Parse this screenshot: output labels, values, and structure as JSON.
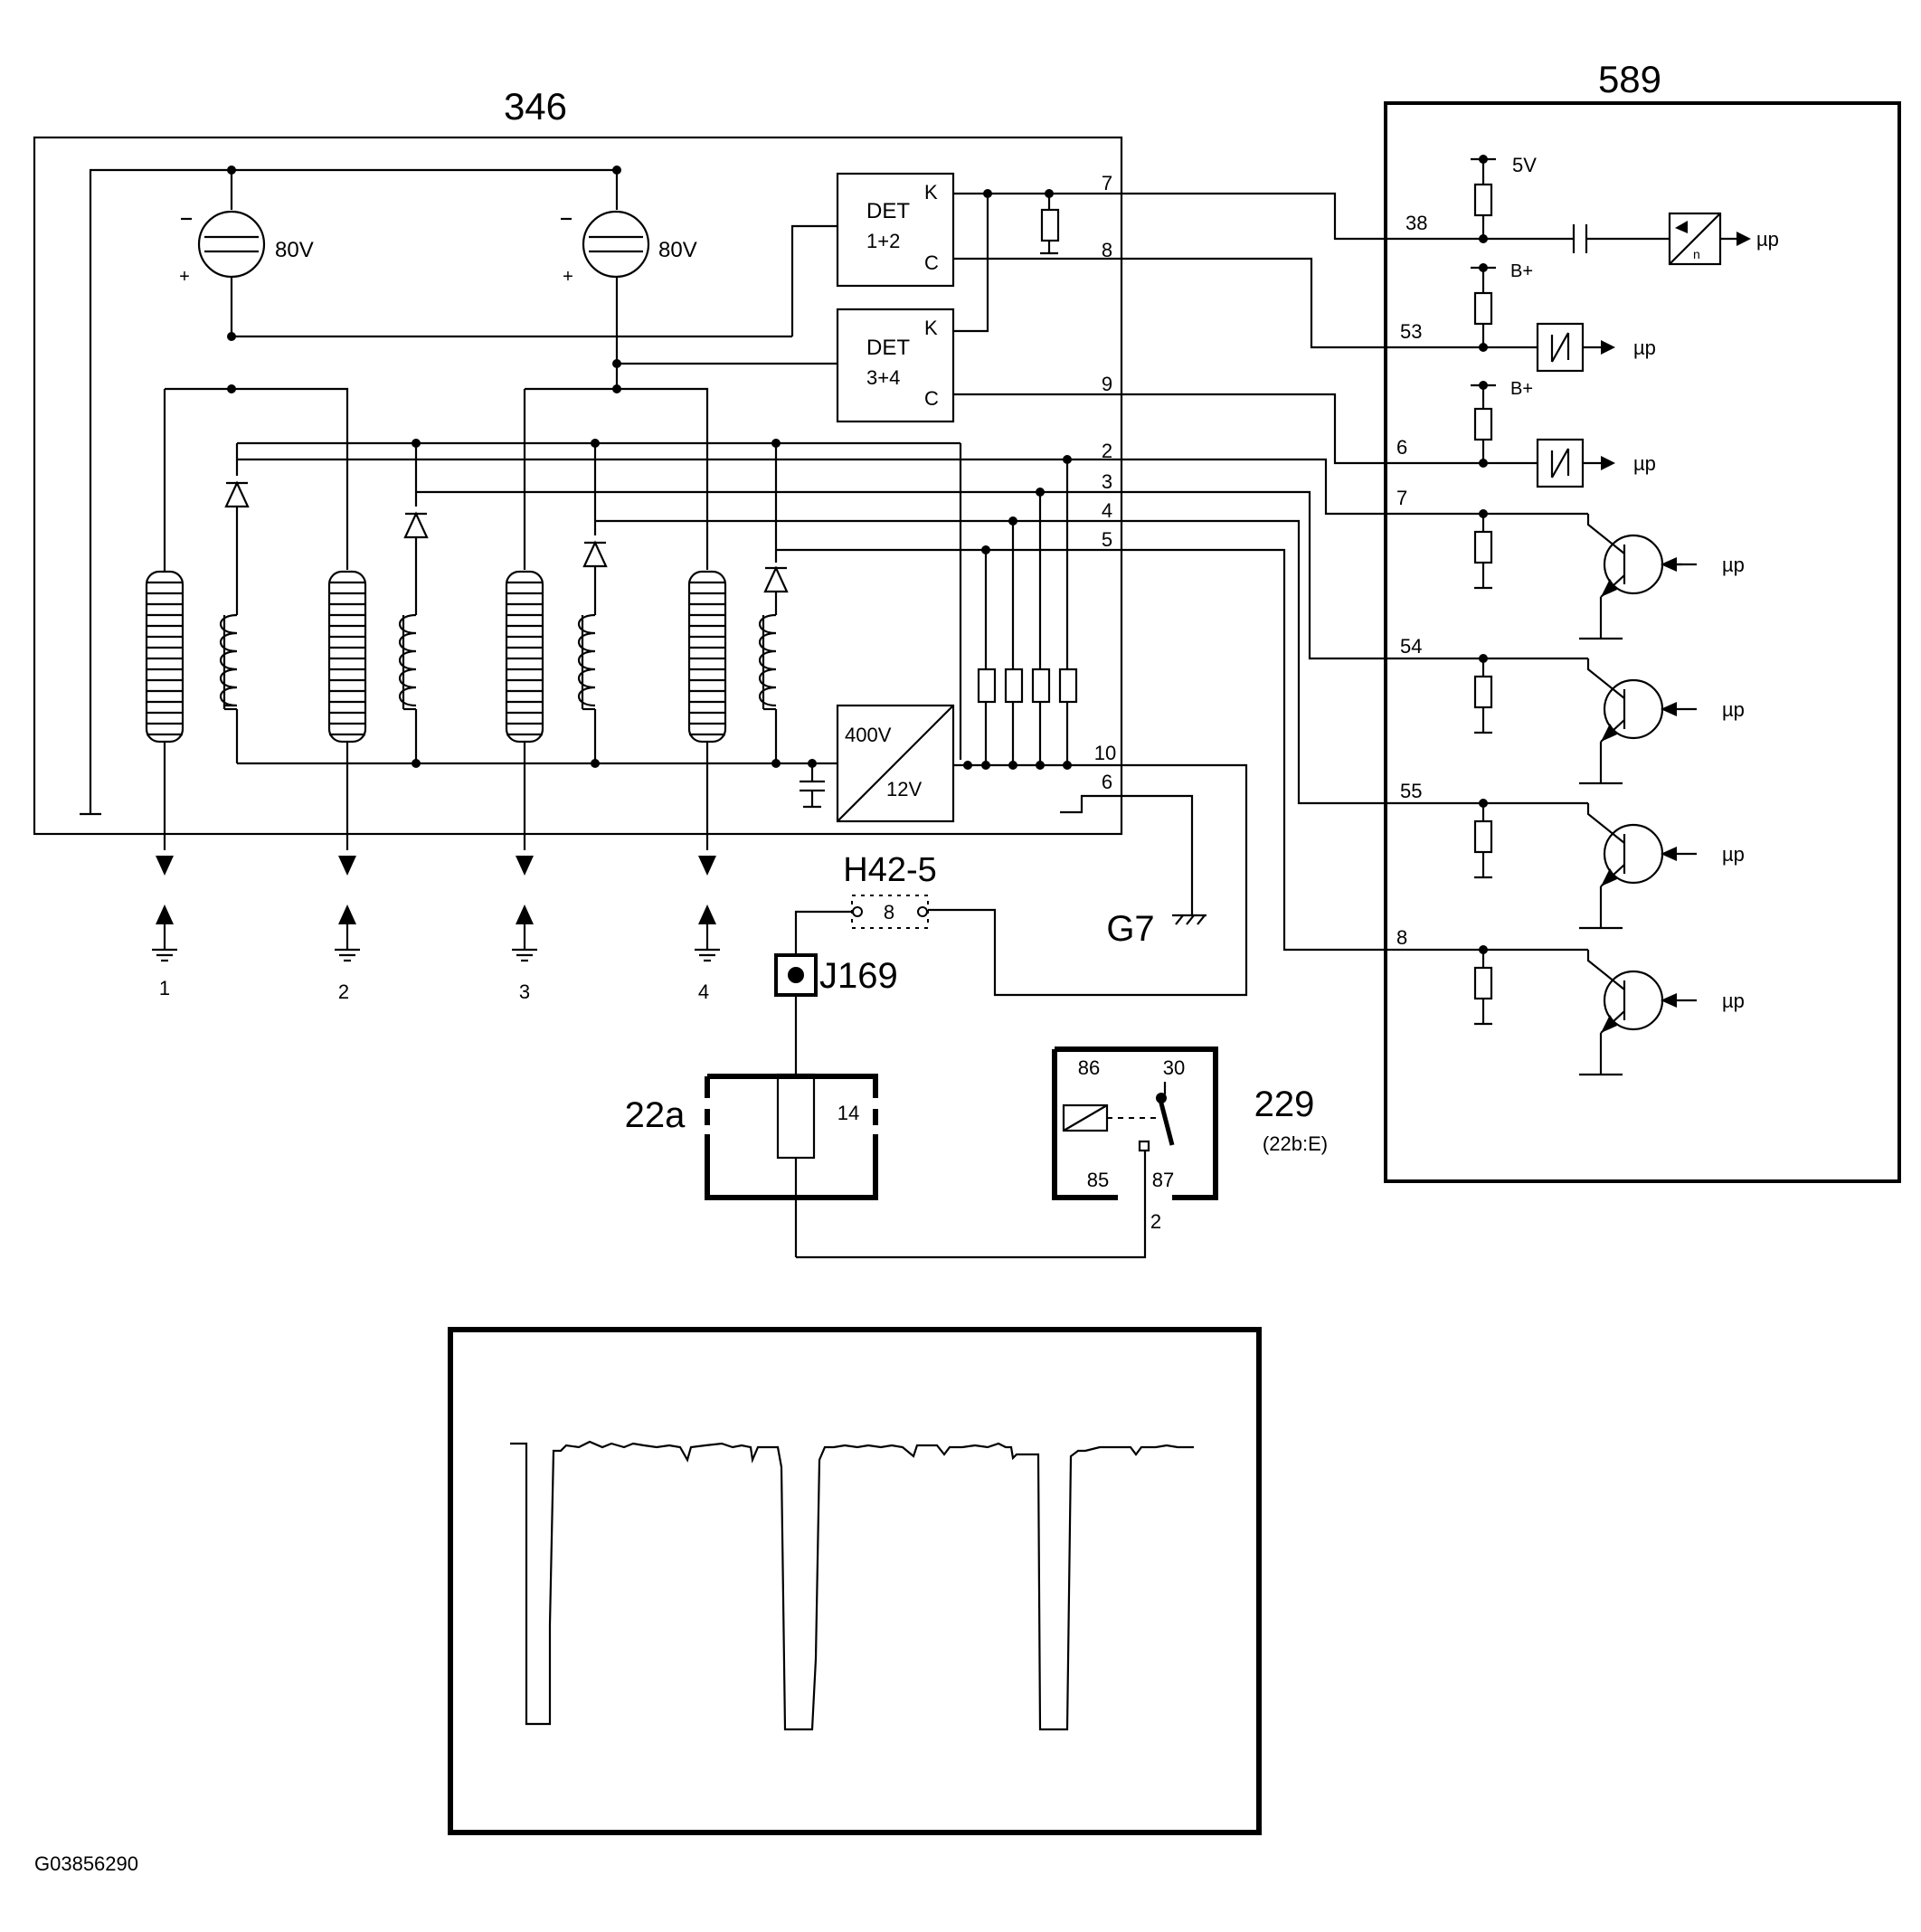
{
  "modules": {
    "ignition_module": "346",
    "control_module": "589",
    "fuse_box": "22a",
    "relay": "229",
    "relay_ref": "(22b:E)"
  },
  "capacitor_labels": [
    "80V",
    "80V"
  ],
  "det_blocks": [
    {
      "name": "DET",
      "sub": "1+2",
      "k": "K",
      "c": "C"
    },
    {
      "name": "DET",
      "sub": "3+4",
      "k": "K",
      "c": "C"
    }
  ],
  "converter": {
    "in": "400V",
    "out": "12V"
  },
  "module_pins": [
    "7",
    "8",
    "9",
    "2",
    "3",
    "4",
    "5",
    "10",
    "6"
  ],
  "control_pins": [
    "38",
    "53",
    "6",
    "7",
    "54",
    "55",
    "8"
  ],
  "supply_labels": [
    "5V",
    "B+",
    "B+"
  ],
  "mu_label": "µp",
  "spark_plugs": [
    "1",
    "2",
    "3",
    "4"
  ],
  "connector": {
    "name": "H42-5",
    "pin": "8"
  },
  "junction": "J169",
  "ground": "G7",
  "fuse_number": "14",
  "relay_pins": [
    "86",
    "30",
    "85",
    "87"
  ],
  "relay_wire": "2",
  "figure_id": "G03856290"
}
